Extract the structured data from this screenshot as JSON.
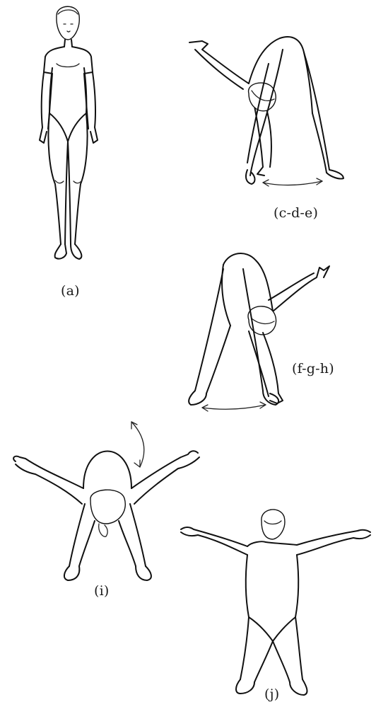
{
  "captions": {
    "a": "(a)",
    "cde": "(c-d-e)",
    "fgh": "(f-g-h)",
    "i": "(i)",
    "j": "(j)"
  },
  "colors": {
    "ink": "#111111",
    "paper": "#ffffff"
  }
}
